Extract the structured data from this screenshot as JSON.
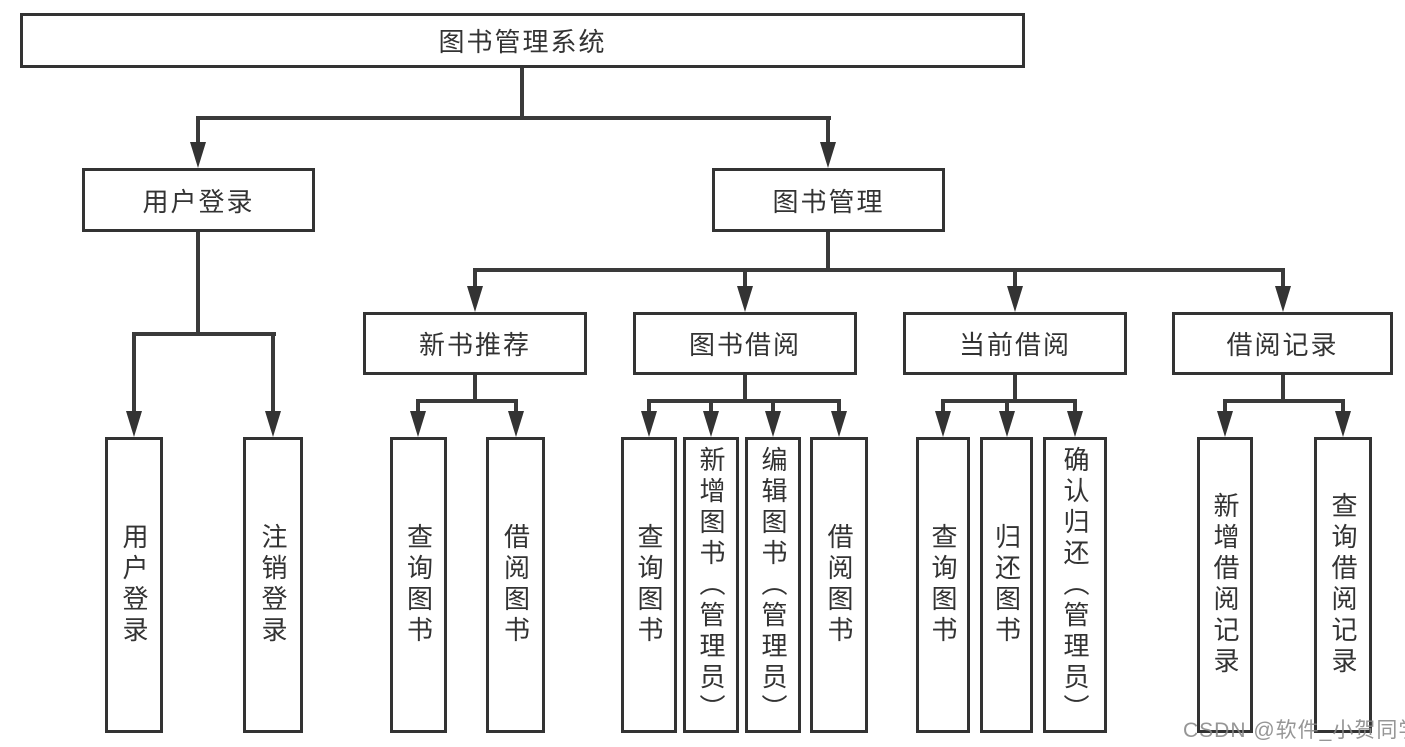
{
  "diagram": {
    "type": "hierarchy-tree",
    "colors": {
      "background": "#ffffff",
      "line": "#3a3a3a",
      "box_border": "#333333",
      "text": "#333333",
      "watermark": "#878787"
    },
    "nodes": {
      "root": {
        "label": "图书管理系统"
      },
      "user_login": {
        "label": "用户登录"
      },
      "book_mgmt": {
        "label": "图书管理"
      },
      "new_book_rec": {
        "label": "新书推荐"
      },
      "book_borrow": {
        "label": "图书借阅"
      },
      "current_borrow": {
        "label": "当前借阅"
      },
      "borrow_records": {
        "label": "借阅记录"
      },
      "login": {
        "label": "用户登录"
      },
      "logout": {
        "label": "注销登录"
      },
      "nbr_query_books": {
        "label": "查询图书"
      },
      "nbr_borrow_books": {
        "label": "借阅图书"
      },
      "bb_query_books": {
        "label": "查询图书"
      },
      "bb_add_books": {
        "label": "新增图书（管理员）"
      },
      "bb_edit_books": {
        "label": "编辑图书（管理员）"
      },
      "bb_borrow_books": {
        "label": "借阅图书"
      },
      "cb_query_books": {
        "label": "查询图书"
      },
      "cb_return_books": {
        "label": "归还图书"
      },
      "cb_confirm_return": {
        "label": "确认归还（管理员）"
      },
      "br_add_record": {
        "label": "新增借阅记录"
      },
      "br_query_record": {
        "label": "查询借阅记录"
      }
    },
    "edges": [
      [
        "root",
        "user_login"
      ],
      [
        "root",
        "book_mgmt"
      ],
      [
        "user_login",
        "login"
      ],
      [
        "user_login",
        "logout"
      ],
      [
        "book_mgmt",
        "new_book_rec"
      ],
      [
        "book_mgmt",
        "book_borrow"
      ],
      [
        "book_mgmt",
        "current_borrow"
      ],
      [
        "book_mgmt",
        "borrow_records"
      ],
      [
        "new_book_rec",
        "nbr_query_books"
      ],
      [
        "new_book_rec",
        "nbr_borrow_books"
      ],
      [
        "book_borrow",
        "bb_query_books"
      ],
      [
        "book_borrow",
        "bb_add_books"
      ],
      [
        "book_borrow",
        "bb_edit_books"
      ],
      [
        "book_borrow",
        "bb_borrow_books"
      ],
      [
        "current_borrow",
        "cb_query_books"
      ],
      [
        "current_borrow",
        "cb_return_books"
      ],
      [
        "current_borrow",
        "cb_confirm_return"
      ],
      [
        "borrow_records",
        "br_add_record"
      ],
      [
        "borrow_records",
        "br_query_record"
      ]
    ],
    "watermark": {
      "text": "CSDN @软件_小贺同学"
    }
  }
}
